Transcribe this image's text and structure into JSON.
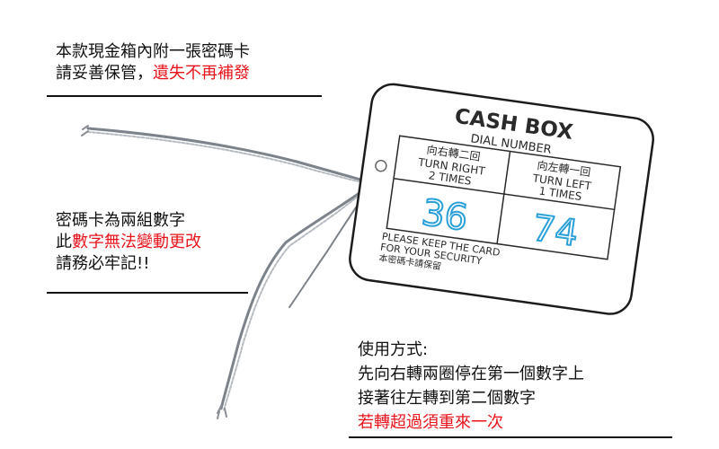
{
  "notes": {
    "top": {
      "line1": "本款現金箱內附一張密碼卡",
      "line2_black": "請妥善保管，",
      "line2_red": "遺失不再補發"
    },
    "left": {
      "line1": "密碼卡為兩組數字",
      "line2_black": "此",
      "line2_red": "數字無法變動更改",
      "line3": "請務必牢記!!"
    },
    "bottom": {
      "line1": "使用方式:",
      "line2": "先向右轉兩圈停在第一個數字上",
      "line3": "接著往左轉到第二個數字",
      "line4_red": "若轉超過須重來一次"
    }
  },
  "card": {
    "title": "CASH  BOX",
    "subtitle": "DIAL  NUMBER",
    "right_cjk": "向右轉二回",
    "right_en1": "TURN RIGHT",
    "right_en2": "2 TIMES",
    "left_cjk": "向左轉一回",
    "left_en1": "TURN LEFT",
    "left_en2": "1 TIMES",
    "number_first": "36",
    "number_second": "74",
    "footer1": "PLEASE KEEP THE CARD",
    "footer2": "FOR YOUR SECURITY",
    "footer3": "本密碼卡請保留"
  },
  "colors": {
    "red": "#e8141b",
    "stamp_blue": "#2aa0d8",
    "string": "#8a8f96"
  }
}
